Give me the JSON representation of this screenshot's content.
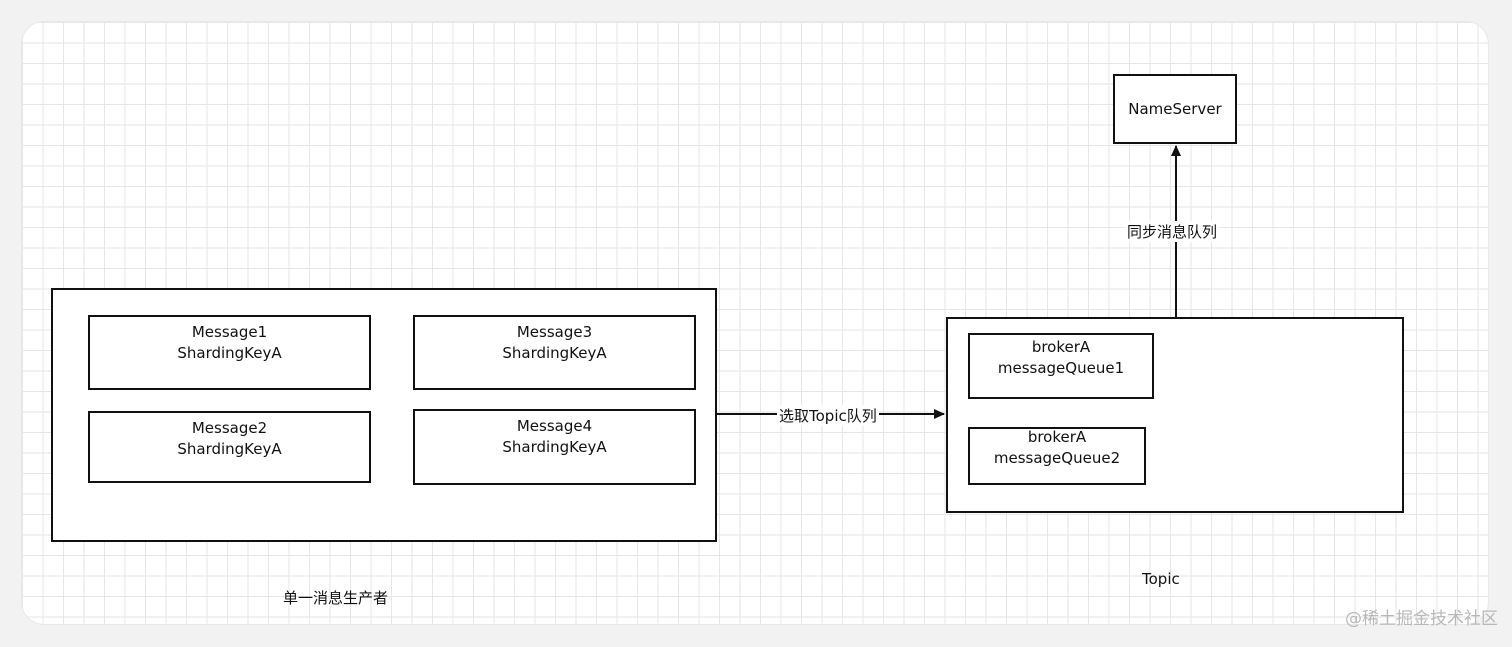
{
  "producer": {
    "caption": "单一消息生产者",
    "messages": [
      {
        "name": "Message1",
        "key": "ShardingKeyA"
      },
      {
        "name": "Message3",
        "key": "ShardingKeyA"
      },
      {
        "name": "Message2",
        "key": "ShardingKeyA"
      },
      {
        "name": "Message4",
        "key": "ShardingKeyA"
      }
    ]
  },
  "edges": {
    "select_queue": "选取Topic队列",
    "sync_queue": "同步消息队列"
  },
  "topic": {
    "caption": "Topic",
    "queues": [
      {
        "broker": "brokerA",
        "queue": "messageQueue1"
      },
      {
        "broker": "brokerA",
        "queue": "messageQueue2"
      }
    ]
  },
  "nameserver": {
    "label": "NameServer"
  },
  "watermark": "@稀土掘金技术社区"
}
